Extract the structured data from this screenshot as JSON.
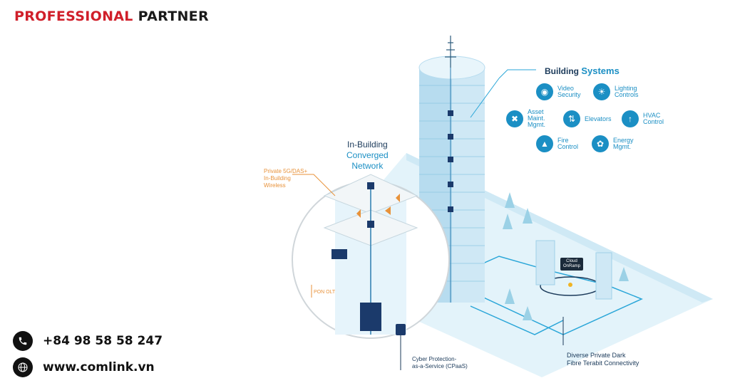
{
  "heading": {
    "part1": "PROFESSIONAL",
    "part2": "PARTNER"
  },
  "contact": {
    "phone": "+84 98 58 58 247",
    "website": "www.comlink.vn"
  },
  "diagram": {
    "building_systems_title": {
      "part1": "Building",
      "part2": "Systems"
    },
    "systems": [
      {
        "label_l1": "Video",
        "label_l2": "Security",
        "icon": "camera-icon"
      },
      {
        "label_l1": "Lighting",
        "label_l2": "Controls",
        "icon": "bulb-icon"
      },
      {
        "label_l1": "Asset",
        "label_l2": "Maint.",
        "label_l3": "Mgmt.",
        "icon": "tools-icon"
      },
      {
        "label_l1": "Elevators",
        "icon": "elevator-icon"
      },
      {
        "label_l1": "HVAC",
        "label_l2": "Control",
        "icon": "thermometer-icon"
      },
      {
        "label_l1": "Fire",
        "label_l2": "Control",
        "icon": "extinguisher-icon"
      },
      {
        "label_l1": "Energy",
        "label_l2": "Mgmt.",
        "icon": "plant-icon"
      }
    ],
    "in_building": {
      "line1": "In-Building",
      "line2": "Converged",
      "line3": "Network"
    },
    "private_5g": {
      "line1": "Private 5G/DAS+",
      "line2": "In-Building",
      "line3": "Wireless"
    },
    "pon_olt": "PON OLT",
    "cloud_onramp": {
      "line1": "Cloud",
      "line2": "OnRamp"
    },
    "cyber": {
      "line1": "Cyber Protection-",
      "line2": "as-a-Service (CPaaS)"
    },
    "fibre": {
      "line1": "Diverse Private Dark",
      "line2": "Fibre Terabit Connectivity"
    }
  },
  "colors": {
    "accent_red": "#d01f2a",
    "blue": "#1b8fc4",
    "orange": "#e8923a",
    "light_blue": "#d7eef8"
  }
}
